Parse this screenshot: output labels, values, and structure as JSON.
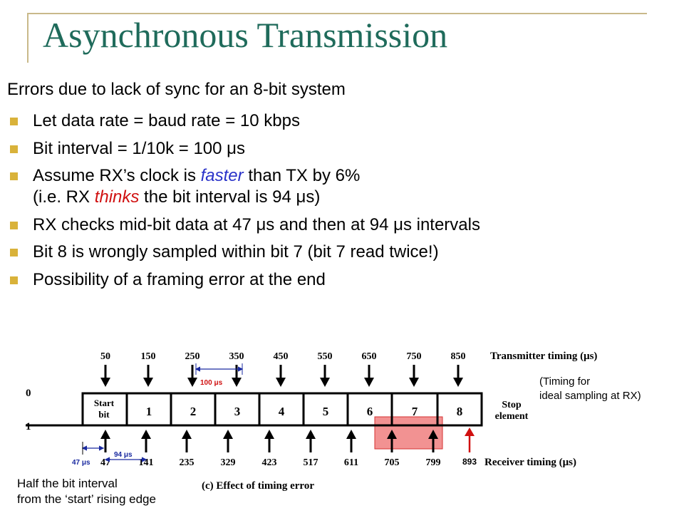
{
  "title": "Asynchronous Transmission",
  "intro": "Errors due to lack of sync for an 8-bit system",
  "bullets": [
    {
      "text": "Let data rate = baud rate = 10 kbps"
    },
    {
      "text": "Bit interval = 1/10k = 100 μs"
    },
    {
      "pre": "Assume RX’s clock is ",
      "em1": "faster",
      "mid": " than TX by 6%",
      "line2_pre": "(i.e. RX ",
      "em2": "thinks",
      "line2_post": " the bit interval is 94 μs)"
    },
    {
      "text": "RX checks mid-bit data at 47 μs and then at 94 μs intervals"
    },
    {
      "text": "Bit 8 is wrongly sampled within bit 7 (bit 7 read twice!)"
    },
    {
      "text": "Possibility of a framing error at the end"
    }
  ],
  "diagram": {
    "level_0": "0",
    "level_1": "1",
    "tx_times": [
      "50",
      "150",
      "250",
      "350",
      "450",
      "550",
      "650",
      "750",
      "850"
    ],
    "tx_label": "Transmitter timing (μs)",
    "rx_times": [
      "47",
      "141",
      "235",
      "329",
      "423",
      "517",
      "611",
      "705",
      "799"
    ],
    "rx_extra": "893",
    "rx_label": "Receiver timing (μs)",
    "start_bit": "Start\nbit",
    "bit_labels": [
      "1",
      "2",
      "3",
      "4",
      "5",
      "6",
      "7",
      "8"
    ],
    "stop_element": "Stop\nelement",
    "interval_100": "100 μs",
    "interval_94": "94 μs",
    "interval_47": "47 μs",
    "caption": "(c) Effect of timing error",
    "highlight_color": "#f08080",
    "tx_arrow_color": "#000000",
    "red_arrow_color": "#d01010",
    "dim_color": "#1a2aa0"
  },
  "note_right": {
    "line1": "(Timing for",
    "line2": "ideal sampling at RX)"
  },
  "note_left": {
    "line1": "Half the bit interval",
    "line2": "from the ‘start’ rising edge"
  }
}
